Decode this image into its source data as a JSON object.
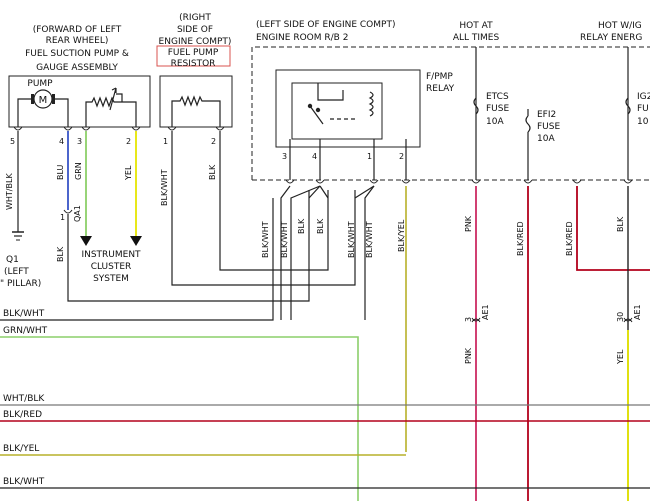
{
  "colors": {
    "black": "#222222",
    "red": "#b3001b",
    "pink": "#cc2a63",
    "green": "#8ccf6a",
    "yellow": "#e6e600",
    "olive": "#b7b02a",
    "blue": "#1f3fbf",
    "gray": "#777777",
    "resistor_box": "#d9534f"
  },
  "pump_assembly": {
    "header1": "(FORWARD OF LEFT",
    "header2": "REAR WHEEL)",
    "header3": "FUEL SUCTION PUMP &",
    "header4": "GAUGE ASSEMBLY",
    "pump_label": "PUMP",
    "motor_symbol": "M",
    "pins": [
      "5",
      "4",
      "3",
      "2"
    ],
    "wires": [
      "WHT/BLK",
      "BLU",
      "GRN",
      "YEL"
    ]
  },
  "resistor": {
    "header1": "(RIGHT",
    "header2": "SIDE OF",
    "header3": "ENGINE COMPT)",
    "name1": "FUEL PUMP",
    "name2": "RESISTOR",
    "pins": [
      "1",
      "2"
    ],
    "wires": [
      "BLK/WHT",
      "BLK"
    ]
  },
  "relay_box": {
    "header1": "(LEFT SIDE OF ENGINE COMPT)",
    "header2": "ENGINE ROOM R/B 2",
    "relay_name1": "F/PMP",
    "relay_name2": "RELAY",
    "pins": [
      "3",
      "4",
      "1",
      "2"
    ],
    "wires": [
      "BLK/WHT",
      "BLK/WHT",
      "BLK",
      "BLK",
      "BLK/WHT",
      "BLK/WHT",
      "BLK/YEL"
    ]
  },
  "power_feeds": {
    "hot_at1": "HOT AT",
    "hot_at2": "ALL TIMES",
    "hot_wig1": "HOT W/IG",
    "hot_wig2": "RELAY ENERG",
    "etcs_fuse1": "ETCS",
    "etcs_fuse2": "FUSE",
    "etcs_fuse3": "10A",
    "efi_fuse1": "EFI2",
    "efi_fuse2": "FUSE",
    "efi_fuse3": "10A",
    "ig_fuse1": "IG2",
    "ig_fuse2": "FU",
    "ig_fuse3": "10",
    "wires": [
      "PNK",
      "BLK/RED",
      "BLK/RED",
      "BLK"
    ]
  },
  "ground": {
    "name": "Q1",
    "loc1": "(LEFT",
    "loc2": "\" PILLAR)"
  },
  "connectors": {
    "qa1_pin": "1",
    "qa1_name": "QA1",
    "qa1_wire": "BLK",
    "ae1_left_pin": "3",
    "ae1_left_name": "AE1",
    "ae1_left_wire": "PNK",
    "ae1_right_pin": "30",
    "ae1_right_name": "AE1",
    "ae1_right_wire": "YEL"
  },
  "instrument_cluster": {
    "line1": "INSTRUMENT",
    "line2": "CLUSTER",
    "line3": "SYSTEM"
  },
  "bus_lines": [
    {
      "label": "BLK/WHT",
      "color": "black"
    },
    {
      "label": "GRN/WHT",
      "color": "green"
    },
    {
      "label": "WHT/BLK",
      "color": "gray"
    },
    {
      "label": "BLK/RED",
      "color": "red"
    },
    {
      "label": "BLK/YEL",
      "color": "olive"
    },
    {
      "label": "BLK/WHT",
      "color": "black"
    }
  ]
}
